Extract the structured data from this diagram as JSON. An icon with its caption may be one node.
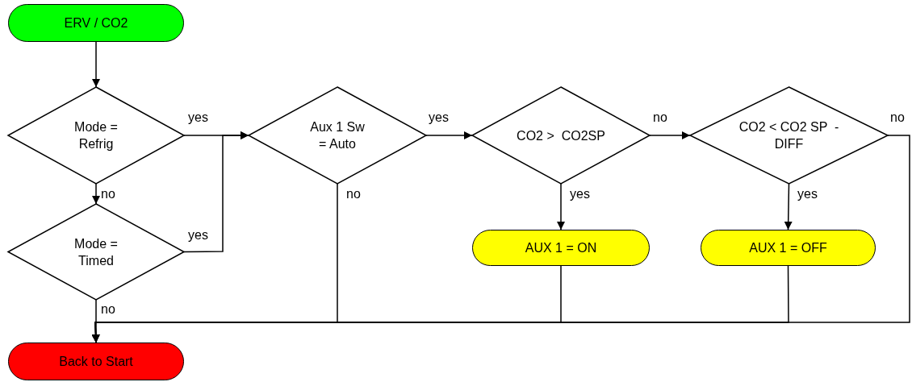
{
  "diagram": {
    "nodes": [
      {
        "text": [
          "ERV / CO2"
        ]
      },
      {
        "text": [
          "Mode = Refrig"
        ]
      },
      {
        "text": [
          "Mode = Timed"
        ]
      },
      {
        "text": [
          "Aux 1 Sw = Auto"
        ]
      },
      {
        "text": [
          "CO2 >  CO2SP"
        ]
      },
      {
        "text": [
          "CO2 < CO2 SP  -  DIFF"
        ]
      },
      {
        "text": [
          "AUX 1 = ON"
        ]
      },
      {
        "text": [
          "AUX 1 = OFF"
        ]
      },
      {
        "text": [
          "Back to Start"
        ]
      }
    ],
    "edges": [
      {
        "from": 0,
        "to": 1,
        "arrow": "to"
      },
      {
        "from": 1,
        "to": 3,
        "arrow": "to",
        "label": "yes"
      },
      {
        "from": 1,
        "to": 2,
        "arrow": "to",
        "label": "no"
      },
      {
        "from": 2,
        "to": 3,
        "arrow": "to",
        "label": "yes"
      },
      {
        "from": 3,
        "to": 4,
        "arrow": "to",
        "label": "yes"
      },
      {
        "from": 3,
        "to": 8,
        "arrow": "to",
        "label": "no"
      },
      {
        "from": 4,
        "to": 5,
        "arrow": "to",
        "label": "no"
      },
      {
        "from": 4,
        "to": 6,
        "arrow": "to",
        "label": "yes"
      },
      {
        "from": 5,
        "to": 7,
        "arrow": "to",
        "label": "yes"
      },
      {
        "from": 5,
        "to": 8,
        "arrow": "to",
        "label": "no"
      },
      {
        "from": 6,
        "to": 8,
        "arrow": "to"
      },
      {
        "from": 7,
        "to": 8,
        "arrow": "to"
      },
      {
        "from": 2,
        "to": 8,
        "arrow": "to",
        "label": "no"
      }
    ]
  }
}
